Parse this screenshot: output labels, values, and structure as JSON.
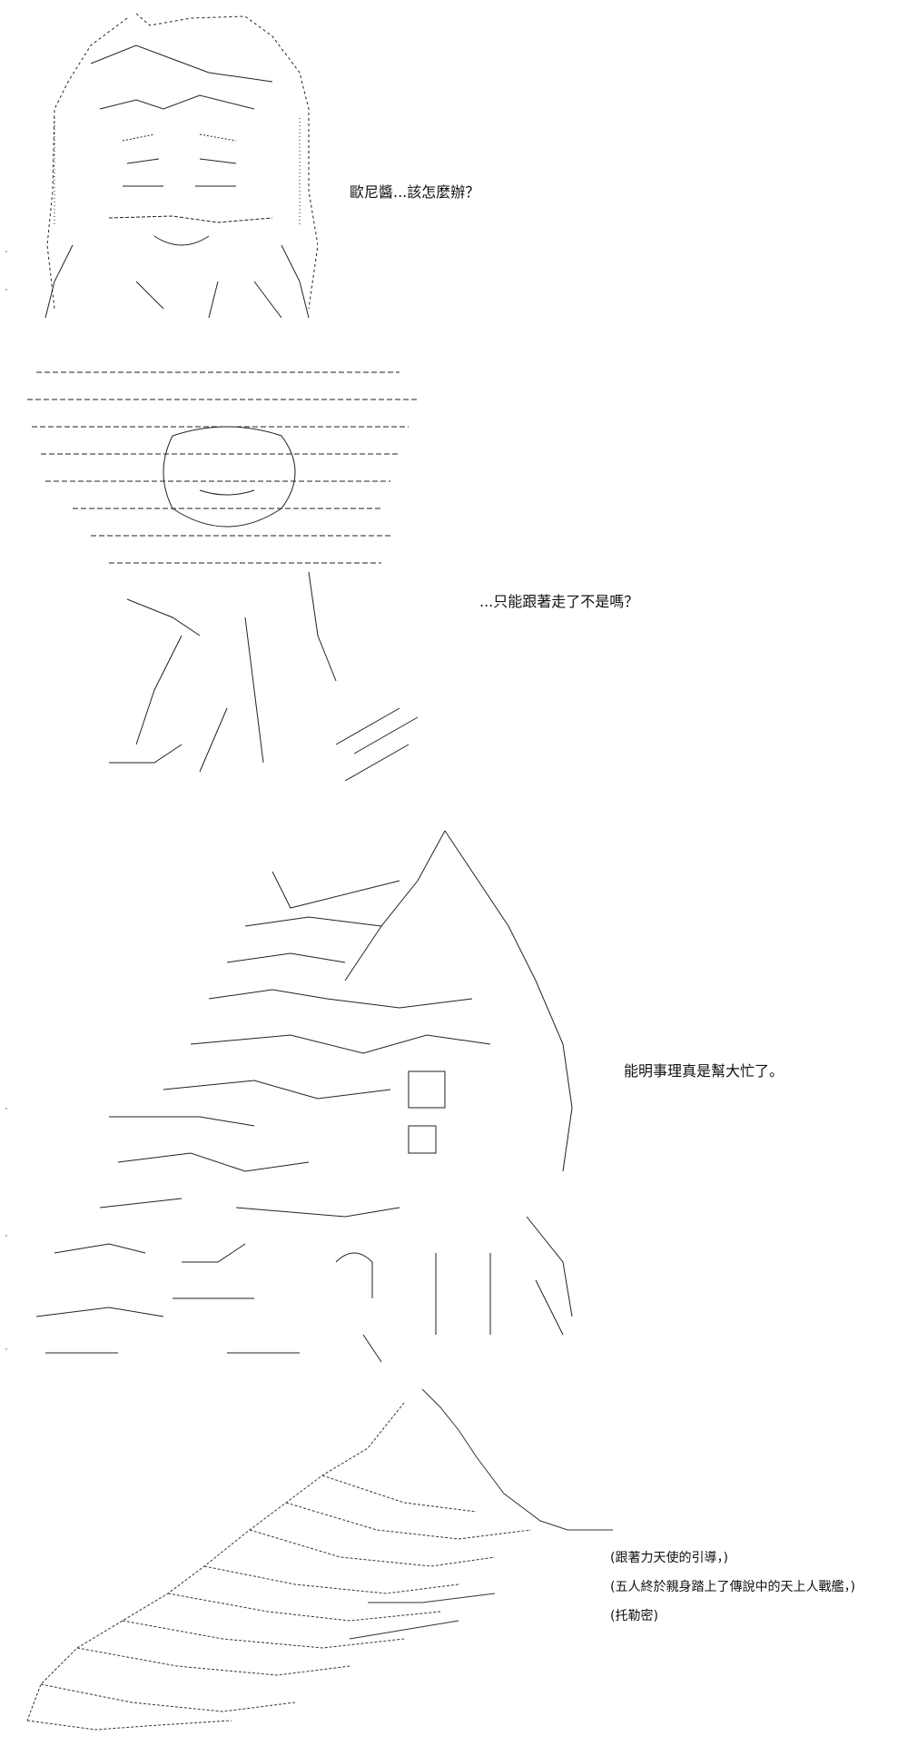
{
  "panels": [
    {
      "caption": "歐尼醬...該怎麼辦？"
    },
    {
      "caption": "...只能跟著走了不是嗎？"
    },
    {
      "caption": "能明事理真是幫大忙了。"
    },
    {
      "captions": [
        "(跟著力天使的引導，)",
        "(五人終於親身踏上了傳說中的天上人戰艦，)",
        "(托勒密)"
      ]
    }
  ]
}
